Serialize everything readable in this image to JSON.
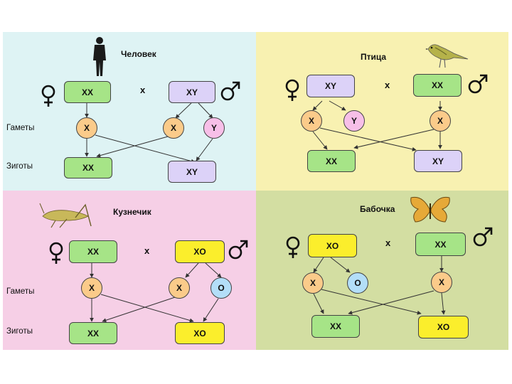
{
  "colors": {
    "panel_human": "#def3f4",
    "panel_bird": "#f8f1b1",
    "panel_grasshopper": "#f6cfe6",
    "panel_butterfly": "#d3dea2",
    "box_green": "#a6e487",
    "box_lilac": "#dcd2f8",
    "box_yellow": "#fbee2c",
    "circle_orange": "#fbcb8a",
    "circle_pink": "#f7bfe8",
    "circle_blue": "#b3def8"
  },
  "cross_symbol": "x",
  "row_labels": {
    "gametes": "Гаметы",
    "zygotes": "Зиготы"
  },
  "panels": {
    "human": {
      "title": "Человек",
      "female": "XX",
      "male": "XY",
      "gametes": [
        "X",
        "X",
        "Y"
      ],
      "zygotes": [
        "XX",
        "XY"
      ]
    },
    "bird": {
      "title": "Птица",
      "female": "XY",
      "male": "XX",
      "gametes": [
        "X",
        "Y",
        "X"
      ],
      "zygotes": [
        "XX",
        "XY"
      ]
    },
    "grasshopper": {
      "title": "Кузнечик",
      "female": "XX",
      "male": "XO",
      "gametes": [
        "X",
        "X",
        "O"
      ],
      "zygotes": [
        "XX",
        "XO"
      ]
    },
    "butterfly": {
      "title": "Бабочка",
      "female": "XO",
      "male": "XX",
      "gametes": [
        "X",
        "O",
        "X"
      ],
      "zygotes": [
        "XX",
        "XO"
      ]
    }
  }
}
